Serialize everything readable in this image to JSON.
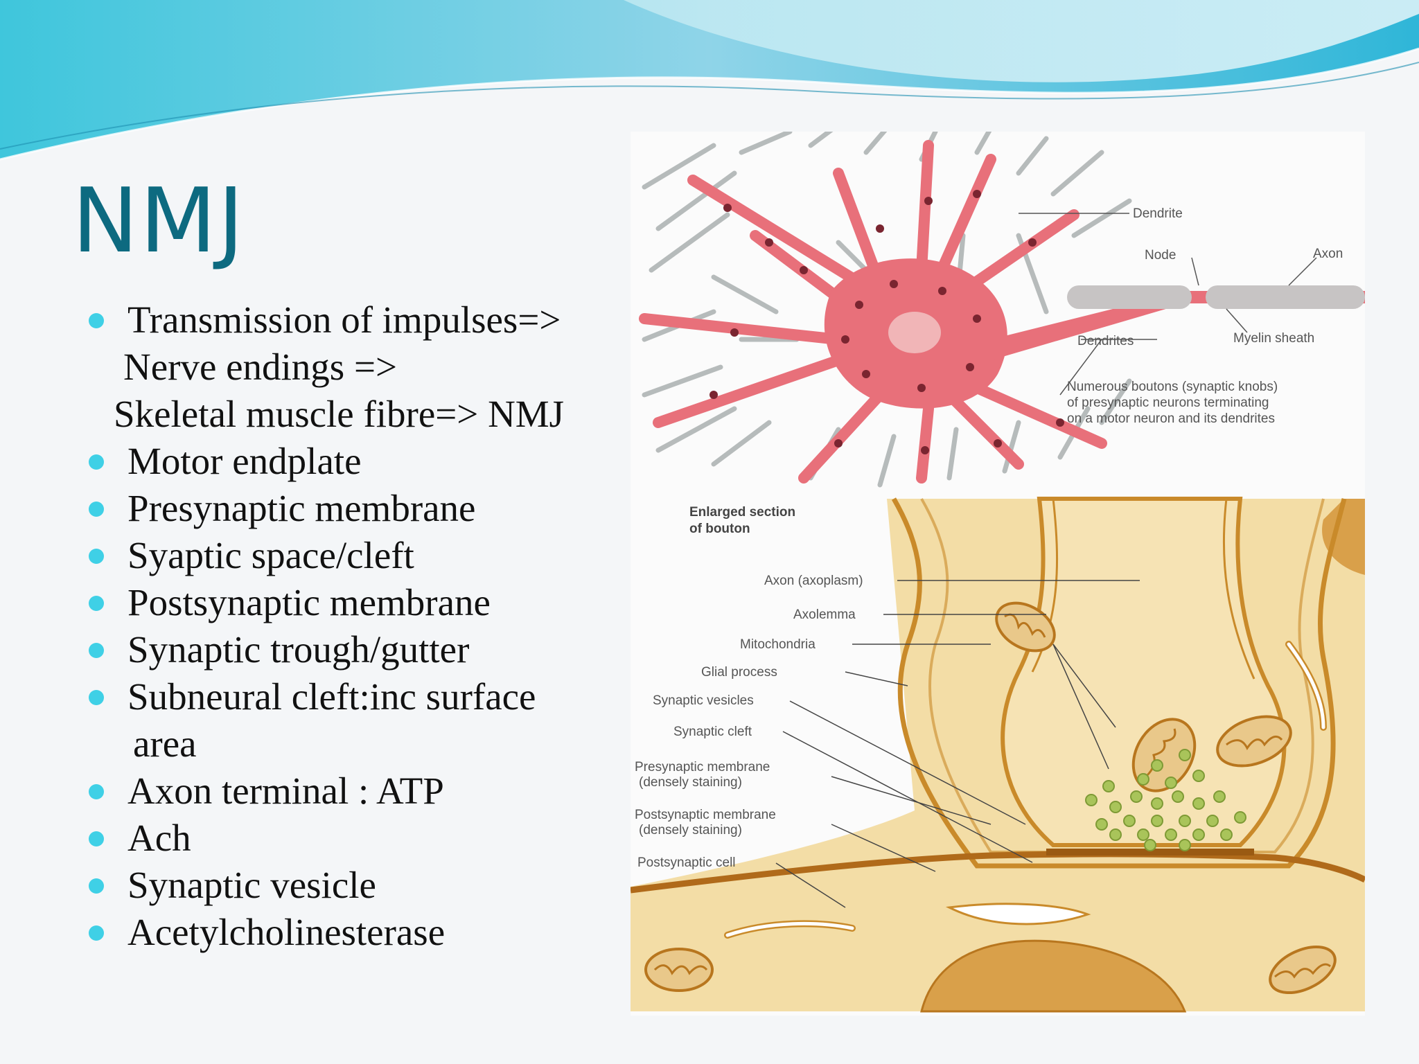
{
  "slide": {
    "title": "NMJ",
    "bullets": [
      {
        "lines": [
          "Transmission of impulses=>",
          "Nerve endings =>",
          "Skeletal muscle fibre=> NMJ"
        ]
      },
      {
        "lines": [
          "Motor endplate"
        ]
      },
      {
        "lines": [
          "Presynaptic membrane"
        ]
      },
      {
        "lines": [
          "Syaptic space/cleft"
        ]
      },
      {
        "lines": [
          "Postsynaptic membrane"
        ]
      },
      {
        "lines": [
          "Synaptic trough/gutter"
        ]
      },
      {
        "lines": [
          "Subneural cleft:inc surface",
          "area"
        ]
      },
      {
        "lines": [
          "Axon terminal : ATP"
        ]
      },
      {
        "lines": [
          "Ach"
        ]
      },
      {
        "lines": [
          "Synaptic vesicle"
        ]
      },
      {
        "lines": [
          "Acetylcholinesterase"
        ]
      }
    ]
  },
  "figure": {
    "top_labels": {
      "dendrite": "Dendrite",
      "node": "Node",
      "axon": "Axon",
      "dendrites": "Dendrites",
      "myelin_sheath": "Myelin sheath",
      "caption_line1": "Numerous boutons (synaptic knobs)",
      "caption_line2": "of presynaptic neurons terminating",
      "caption_line3": "on a motor neuron and its dendrites"
    },
    "bottom_labels": {
      "enlarged_line1": "Enlarged section",
      "enlarged_line2": "of bouton",
      "axon_axoplasm": "Axon (axoplasm)",
      "axolemma": "Axolemma",
      "mitochondria": "Mitochondria",
      "glial_process": "Glial process",
      "synaptic_vesicles": "Synaptic vesicles",
      "synaptic_cleft": "Synaptic cleft",
      "presynaptic_line1": "Presynaptic membrane",
      "presynaptic_line2": "(densely staining)",
      "postsynaptic_line1": "Postsynaptic membrane",
      "postsynaptic_line2": "(densely staining)",
      "postsynaptic_cell": "Postsynaptic cell"
    }
  },
  "colors": {
    "title": "#0d6a80",
    "bullet": "#3fd0e6",
    "neuron": "#e8707a",
    "cytoplasm": "#f3dda6",
    "membrane": "#c98a2a"
  }
}
